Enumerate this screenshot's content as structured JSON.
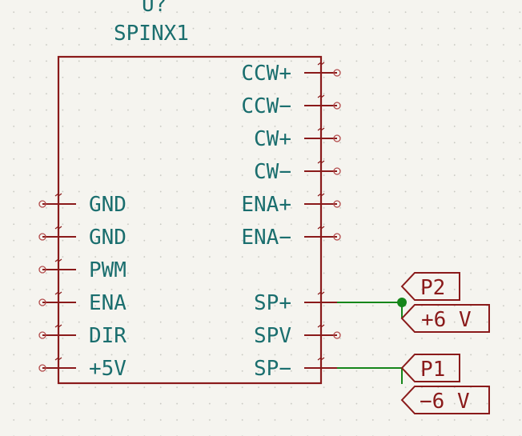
{
  "component": {
    "reference": "U?",
    "value": "SPINX1"
  },
  "pins_left": [
    "GND",
    "GND",
    "PWM",
    "ENA",
    "DIR",
    "+5V"
  ],
  "pins_right": [
    "CCW+",
    "CCW−",
    "CW+",
    "CW−",
    "ENA+",
    "ENA−",
    "SP+",
    "SPV",
    "SP−"
  ],
  "net_labels": [
    {
      "label": "P2",
      "value": "+6 V"
    },
    {
      "label": "P1",
      "value": "−6 V"
    }
  ],
  "colors": {
    "body": "#8a1a1a",
    "pin_text": "#1a6e6e",
    "wire": "#16861a",
    "background": "#f5f4ef"
  }
}
